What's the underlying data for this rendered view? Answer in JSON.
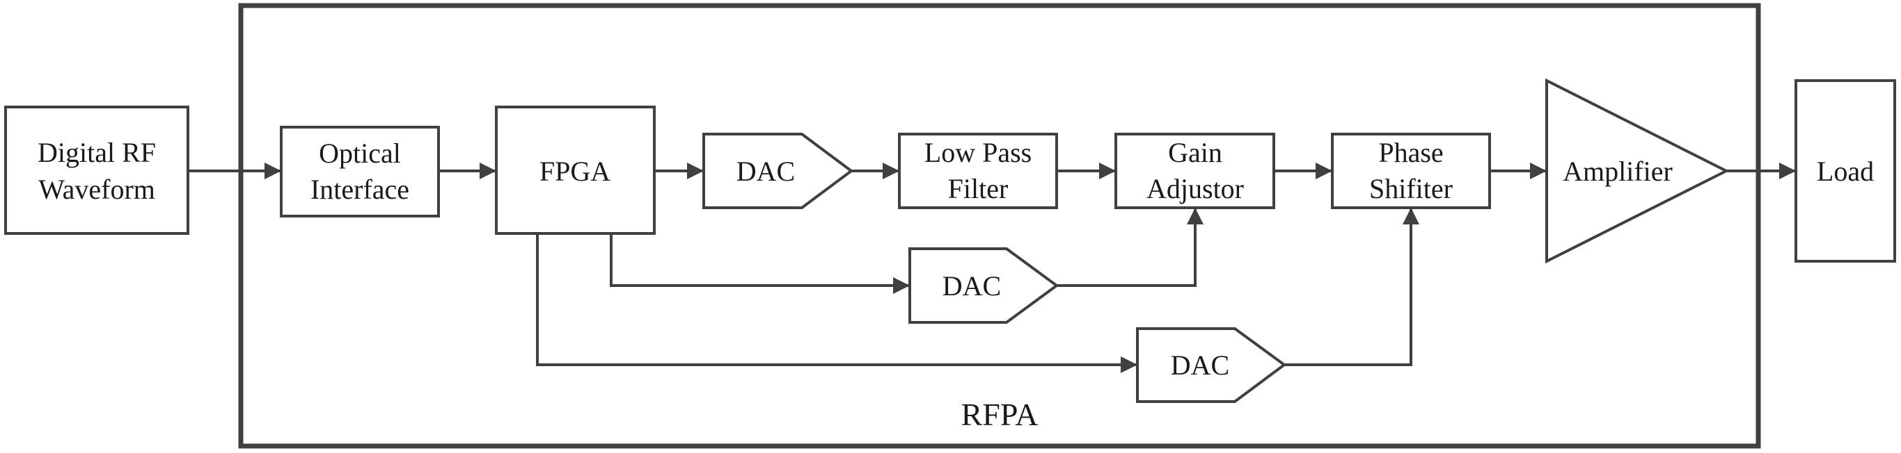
{
  "diagram": {
    "container_label": "RFPA",
    "blocks": {
      "digital_rf": [
        "Digital RF",
        "Waveform"
      ],
      "optical": [
        "Optical",
        "Interface"
      ],
      "fpga": [
        "FPGA"
      ],
      "dac_main": [
        "DAC"
      ],
      "low_pass": [
        "Low Pass",
        "Filter"
      ],
      "gain": [
        "Gain",
        "Adjustor"
      ],
      "phase": [
        "Phase",
        "Shifiter"
      ],
      "amplifier": [
        "Amplifier"
      ],
      "load": [
        "Load"
      ],
      "dac_gain": [
        "DAC"
      ],
      "dac_phase": [
        "DAC"
      ]
    },
    "colors": {
      "stroke": "#404040",
      "text": "#1a1a1a",
      "background": "#ffffff"
    }
  }
}
